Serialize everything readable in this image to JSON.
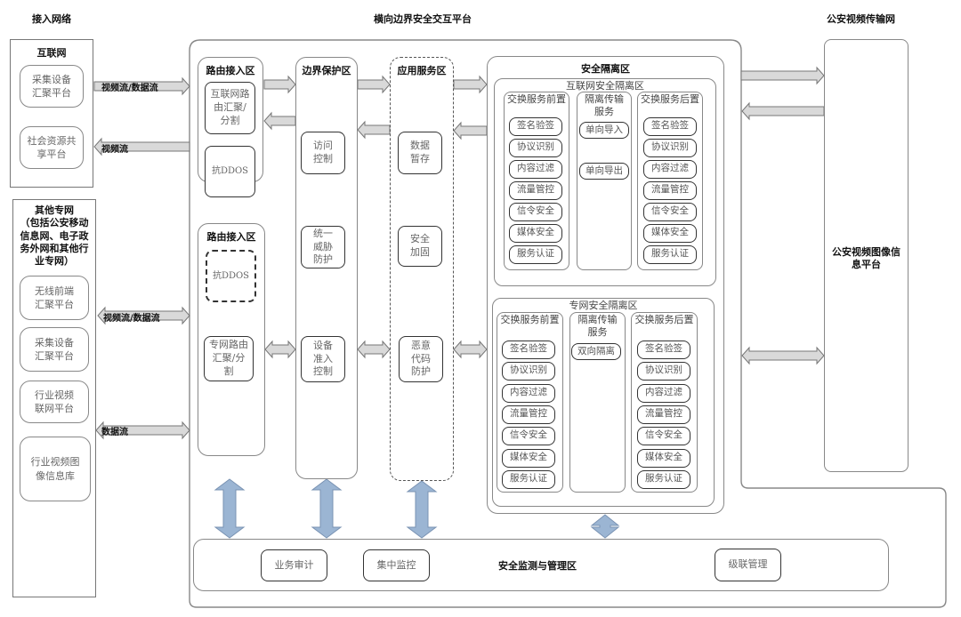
{
  "headers": {
    "access_network": "接入网络",
    "platform": "横向边界安全交互平台",
    "police_network": "公安视频传输网"
  },
  "internet": {
    "title": "互联网",
    "nodes": [
      "采集设备\n汇聚平台",
      "社会资源共\n享平台"
    ]
  },
  "private_nets": {
    "title": "其他专网\n（包括公安移动\n信息网、电子政\n务外网和其他行\n业专网）",
    "nodes": [
      "无线前端\n汇聚平台",
      "采集设备\n汇聚平台",
      "行业视频\n联网平台",
      "行业视频图\n像信息库"
    ]
  },
  "flows": {
    "internet_in": "视频流/数据流",
    "internet_out": "视频流",
    "private_bidir": "视频流/数据流",
    "private_data": "数据流"
  },
  "routing_zone_1": {
    "title": "路由接入区",
    "nodes": [
      "互联网路\n由汇聚/\n分割",
      "抗DDOS"
    ]
  },
  "routing_zone_2": {
    "title": "路由接入区",
    "nodes": [
      "抗DDOS",
      "专网路由\n汇聚/分\n割"
    ]
  },
  "border_zone": {
    "title": "边界保护区",
    "nodes": [
      "访问\n控制",
      "统一\n威胁\n防护",
      "设备\n准入\n控制"
    ]
  },
  "app_zone": {
    "title": "应用服务区",
    "nodes": [
      "数据\n暂存",
      "安全\n加固",
      "恶意\n代码\n防护"
    ]
  },
  "isolation_zone": {
    "title": "安全隔离区",
    "internet_isolation": {
      "title": "互联网安全隔离区",
      "front": {
        "title": "交换服务前置",
        "items": [
          "签名验签",
          "协议识别",
          "内容过滤",
          "流量管控",
          "信令安全",
          "媒体安全",
          "服务认证"
        ]
      },
      "transfer": {
        "title": "隔离传输\n服务",
        "items": [
          "单向导入",
          "单向导出"
        ]
      },
      "back": {
        "title": "交换服务后置",
        "items": [
          "签名验签",
          "协议识别",
          "内容过滤",
          "流量管控",
          "信令安全",
          "媒体安全",
          "服务认证"
        ]
      }
    },
    "private_isolation": {
      "title": "专网安全隔离区",
      "front": {
        "title": "交换服务前置",
        "items": [
          "签名验签",
          "协议识别",
          "内容过滤",
          "流量管控",
          "信令安全",
          "媒体安全",
          "服务认证"
        ]
      },
      "transfer": {
        "title": "隔离传输\n服务",
        "items": [
          "双向隔离"
        ]
      },
      "back": {
        "title": "交换服务后置",
        "items": [
          "签名验签",
          "协议识别",
          "内容过滤",
          "流量管控",
          "信令安全",
          "媒体安全",
          "服务认证"
        ]
      }
    }
  },
  "police_platform": {
    "title": "公安视频图像信\n息平台"
  },
  "management_zone": {
    "title": "安全监测与管理区",
    "nodes": [
      "业务审计",
      "集中监控",
      "级联管理"
    ]
  },
  "colors": {
    "flow_arrow_fill": "#d9d9d9",
    "flow_arrow_stroke": "#777777",
    "mgmt_arrow_fill": "#9bb5d3",
    "mgmt_arrow_stroke": "#7a93b3",
    "border": "#888888"
  }
}
